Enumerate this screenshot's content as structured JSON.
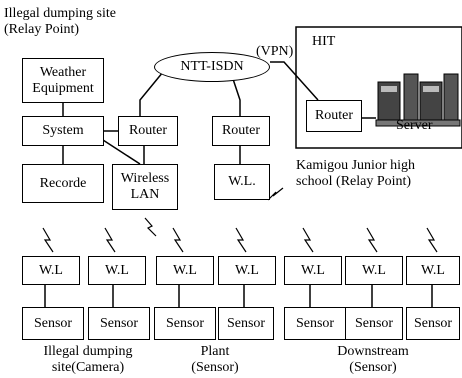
{
  "top_left_label": "Illegal dumping site\n(Relay Point)",
  "network": {
    "isdn": "NTT-ISDN",
    "vpn": "(VPN)"
  },
  "hit": {
    "title": "HIT",
    "router": "Router",
    "server": "Server"
  },
  "left_column": {
    "weather": "Weather\nEquipment",
    "system": "System",
    "recorder": "Recorde"
  },
  "routers": {
    "left": "Router",
    "right": "Router"
  },
  "wireless_lan": "Wireless\nLAN",
  "wl_top": "W.L.",
  "kamigou_label": "Kamigou Junior high\nschool (Relay Point)",
  "bottom": {
    "wl_nodes": [
      "W.L",
      "W.L",
      "W.L",
      "W.L",
      "W.L",
      "W.L",
      "W.L"
    ],
    "sensors": [
      "Sensor",
      "Sensor",
      "Sensor",
      "Sensor",
      "Sensor",
      "Sensor",
      "Sensor"
    ],
    "group_labels": {
      "camera": "Illegal dumping\nsite(Camera)",
      "plant": "Plant\n(Sensor)",
      "downstream": "Downstream\n(Sensor)"
    }
  }
}
